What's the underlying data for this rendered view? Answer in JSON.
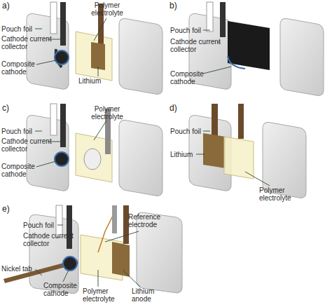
{
  "diagram": {
    "labels": [
      "a)",
      "Polymer electrolyte",
      "Pouch foil",
      "Cathode current collector",
      "Composite cathode",
      "Lithium",
      "b)",
      "Pouch foil",
      "Cathode current collector",
      "Composite cathode",
      "c)",
      "Polymer electrolyte",
      "Pouch foil",
      "Cathode current collector",
      "Composite cathode",
      "d)",
      "Pouch foil",
      "Lithium",
      "Polymer electrolyte",
      "e)",
      "Pouch foil",
      "Cathode current collector",
      "Reference electrode",
      "Nickel tab",
      "Composite cathode",
      "Polymer electrolyte",
      "Lithium anode"
    ]
  }
}
